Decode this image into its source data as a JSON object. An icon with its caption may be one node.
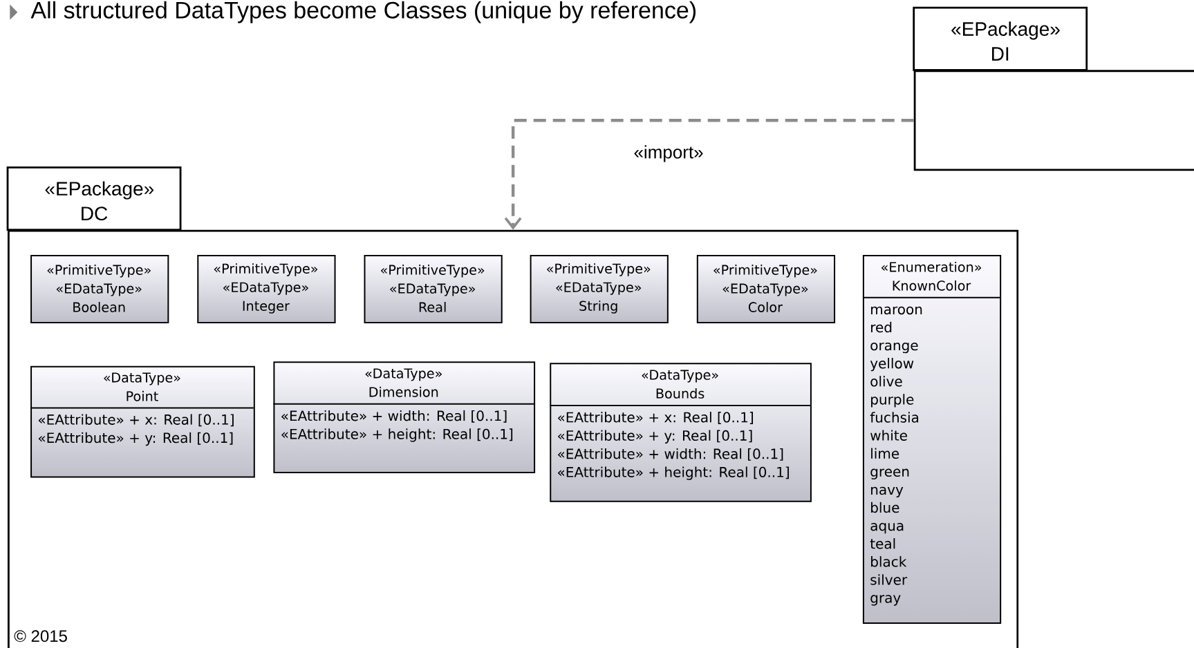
{
  "diagram": {
    "title": "All structured DataTypes become Classes (unique by reference)",
    "nodes": [
      {
        "text": [
          "«EPackage» DI"
        ]
      },
      {
        "text": [
          "«EPackage» DC"
        ]
      },
      {
        "text": [
          "«PrimitiveType» «EDataType» Boolean"
        ],
        "in": 1
      },
      {
        "text": [
          "«PrimitiveType» «EDataType» Integer"
        ],
        "in": 1
      },
      {
        "text": [
          "«PrimitiveType» «EDataType» Real"
        ],
        "in": 1
      },
      {
        "text": [
          "«PrimitiveType» «EDataType» String"
        ],
        "in": 1
      },
      {
        "text": [
          "«PrimitiveType» «EDataType» Color"
        ],
        "in": 1
      },
      {
        "text": [
          "«Enumeration» KnownColor",
          "maroon",
          "red",
          "orange",
          "yellow",
          "olive",
          "purple",
          "fuchsia",
          "white",
          "lime",
          "green",
          "navy",
          "blue",
          "aqua",
          "teal",
          "black",
          "silver",
          "gray"
        ],
        "in": 1
      },
      {
        "text": [
          "«DataType» Point",
          "«EAttribute» + x: Real [0..1]",
          "«EAttribute» + y: Real [0..1]"
        ],
        "in": 1
      },
      {
        "text": [
          "«DataType» Dimension",
          "«EAttribute» + width: Real [0..1]",
          "«EAttribute» + height: Real [0..1]"
        ],
        "in": 1
      },
      {
        "text": [
          "«DataType» Bounds",
          "«EAttribute» + x: Real [0..1]",
          "«EAttribute» + y: Real [0..1]",
          "«EAttribute» + width: Real [0..1]",
          "«EAttribute» + height: Real [0..1]"
        ],
        "in": 1
      }
    ],
    "edges": [
      {
        "from": 0,
        "to": 1,
        "arrow": "to",
        "style": "dashed",
        "label": "«import»"
      }
    ],
    "labels": [
      "© 2015"
    ]
  }
}
